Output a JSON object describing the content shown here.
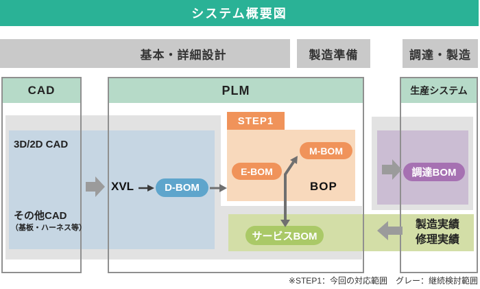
{
  "title": "システム概要図",
  "phases": [
    {
      "label": "基本・詳細設計"
    },
    {
      "label": "製造準備"
    },
    {
      "label": "調達・製造"
    }
  ],
  "columns": {
    "cad": {
      "header": "CAD",
      "item1": "3D/2D CAD",
      "item2": "その他CAD",
      "item2_sub": "（基板・ハーネス等）"
    },
    "plm": {
      "header": "PLM"
    },
    "production": {
      "header": "生産システム"
    }
  },
  "flow": {
    "xvl": "XVL",
    "d_bom": "D-BOM",
    "step1_tab": "STEP1",
    "e_bom": "E-BOM",
    "m_bom": "M-BOM",
    "bop": "BOP",
    "service_bom": "サービスBOM",
    "procurement_bom": "調達BOM",
    "feedback_line1": "製造実績",
    "feedback_line2": "修理実績"
  },
  "footnote": "※STEP1：今回の対応範囲　グレー：継続検討範囲",
  "colors": {
    "teal": "#2ab296",
    "mint": "#b6dac8",
    "phase_gray": "#c9c9c9",
    "zone_gray": "#e2e2e2",
    "cad_blue": "#c6d6e3",
    "dbom_blue": "#5ea5cc",
    "orange": "#f0935a",
    "peach": "#f8d9bc",
    "green_band": "#d3dea7",
    "green_pill": "#aac967",
    "purple_box": "#cbbdd3",
    "purple_pill": "#a671b2",
    "arrow_gray": "#9b9b9b"
  }
}
